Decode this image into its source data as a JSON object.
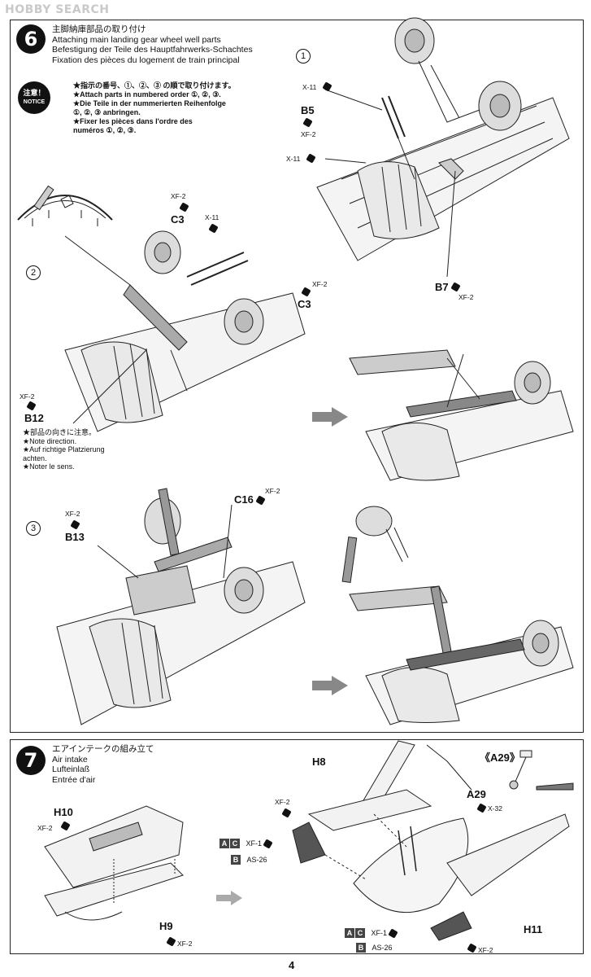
{
  "watermark": "HOBBY SEARCH",
  "step6": {
    "number": "6",
    "title_ja": "主脚納庫部品の取り付け",
    "title_en": "Attaching main landing gear wheel well parts",
    "title_de": "Befestigung der Teile des Hauptfahrwerks-Schachtes",
    "title_fr": "Fixation des pièces du logement de train principal",
    "notice_badge_ja": "注意！",
    "notice_badge_en": "NOTICE",
    "notice_ja": "★指示の番号、①、②、③ の順で取り付けます。",
    "notice_en": "★Attach parts in numbered order ①, ②, ③.",
    "notice_de1": "★Die Teile in der nummerierten Reihenfolge",
    "notice_de2": "①, ②, ③ anbringen.",
    "notice_fr1": "★Fixer les pièces dans l'ordre des",
    "notice_fr2": "numéros ①, ②, ③.",
    "sub1": {
      "num": "1",
      "x11_a": "X-11",
      "b5": "B5",
      "xf2_a": "XF-2",
      "x11_b": "X-11",
      "b7": "B7",
      "xf2_b": "XF-2"
    },
    "sub2": {
      "num": "2",
      "xf2_c3": "XF-2",
      "c3_a": "C3",
      "x11": "X-11",
      "xf2_c3b": "XF-2",
      "c3_b": "C3",
      "xf2_b12": "XF-2",
      "b12": "B12",
      "direction_ja": "★部品の向きに注意。",
      "direction_en": "★Note direction.",
      "direction_de1": "★Auf richtige Platzierung",
      "direction_de2": "achten.",
      "direction_fr": "★Noter le sens."
    },
    "sub3": {
      "num": "3",
      "xf2_b13": "XF-2",
      "b13": "B13",
      "c16": "C16",
      "xf2_c16": "XF-2"
    }
  },
  "step7": {
    "number": "7",
    "title_ja": "エアインテークの組み立て",
    "title_en": "Air intake",
    "title_de": "Lufteinlaß",
    "title_fr": "Entrée d'air",
    "h10": "H10",
    "xf2_h10": "XF-2",
    "h9": "H9",
    "xf2_h9": "XF-2",
    "h8": "H8",
    "xf2_h8": "XF-2",
    "a29_ref": "《A29》",
    "a29": "A29",
    "x32": "X-32",
    "code_a1": "A",
    "code_c1": "C",
    "xf1_a": "XF-1",
    "code_b1": "B",
    "as26_a": "AS-26",
    "code_a2": "A",
    "code_c2": "C",
    "xf1_b": "XF-1",
    "code_b2": "B",
    "as26_b": "AS-26",
    "h11": "H11",
    "xf2_h11": "XF-2"
  },
  "page_number": "4"
}
